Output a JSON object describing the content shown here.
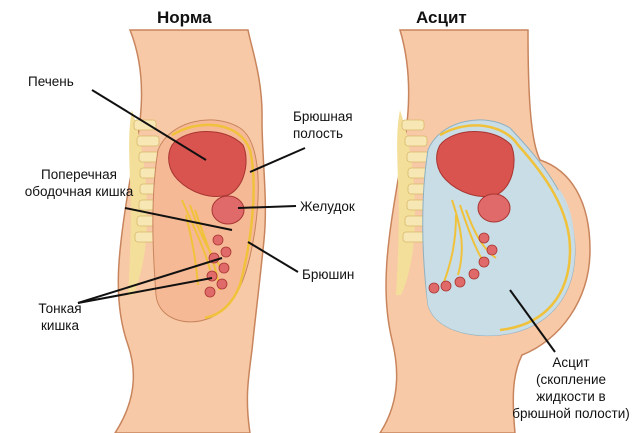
{
  "panels": {
    "normal_title": "Норма",
    "ascites_title": "Асцит"
  },
  "labels": {
    "liver": "Печень",
    "transverse_colon": [
      "Поперечная",
      "ободочная кишка"
    ],
    "small_intestine": [
      "Тонкая",
      "кишка"
    ],
    "abdominal_cavity": [
      "Брюшная",
      "полость"
    ],
    "stomach": "Желудок",
    "peritoneum": "Брюшин",
    "ascites": [
      "Асцит",
      "(скопление",
      "жидкости в",
      "брюшной полости)"
    ]
  },
  "colors": {
    "skin": "#f8c9a6",
    "skin_outline": "#c8855d",
    "spine": "#f3df9a",
    "liver": "#d9534f",
    "intestine": "#e06a6a",
    "fluid": "#c9dde6",
    "peritoneum": "#f0c23b"
  }
}
